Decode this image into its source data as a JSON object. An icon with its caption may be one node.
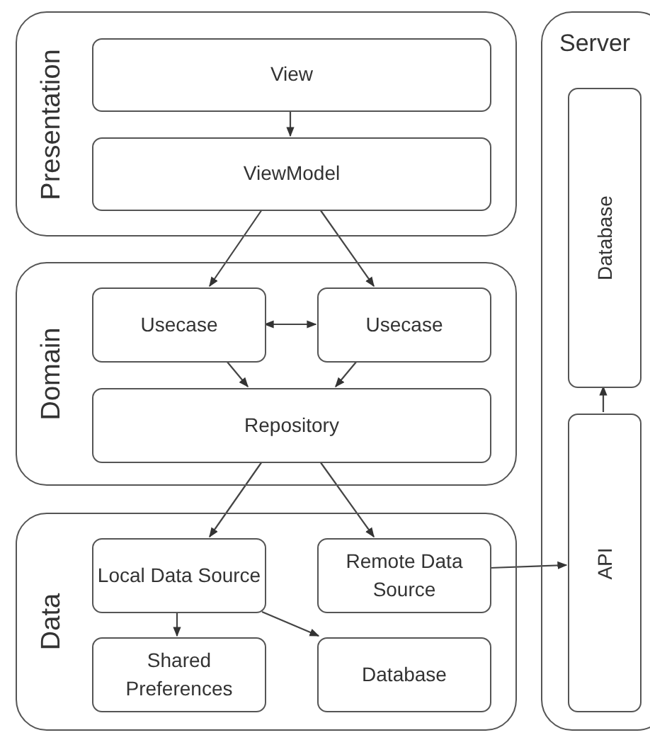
{
  "diagram": {
    "nodes": [
      {
        "text": [
          "Presentation"
        ]
      },
      {
        "text": [
          "View"
        ],
        "in": 0
      },
      {
        "text": [
          "ViewModel"
        ],
        "in": 0
      },
      {
        "text": [
          "Domain"
        ]
      },
      {
        "text": [
          "Usecase"
        ],
        "in": 3
      },
      {
        "text": [
          "Usecase"
        ],
        "in": 3
      },
      {
        "text": [
          "Repository"
        ],
        "in": 3
      },
      {
        "text": [
          "Data"
        ]
      },
      {
        "text": [
          "Local Data Source"
        ],
        "in": 7
      },
      {
        "text": [
          "Remote Data Source"
        ],
        "in": 7
      },
      {
        "text": [
          "Shared Preferences"
        ],
        "in": 7
      },
      {
        "text": [
          "Database"
        ],
        "in": 7
      },
      {
        "text": [
          "Server"
        ]
      },
      {
        "text": [
          "Database"
        ],
        "in": 12
      },
      {
        "text": [
          "API"
        ],
        "in": 12
      }
    ],
    "edges": [
      {
        "from": 1,
        "to": 2,
        "arrow": "to"
      },
      {
        "from": 2,
        "to": 4,
        "arrow": "to"
      },
      {
        "from": 2,
        "to": 5,
        "arrow": "to"
      },
      {
        "from": 4,
        "to": 5,
        "arrow": "both"
      },
      {
        "from": 4,
        "to": 6,
        "arrow": "to"
      },
      {
        "from": 5,
        "to": 6,
        "arrow": "to"
      },
      {
        "from": 6,
        "to": 8,
        "arrow": "to"
      },
      {
        "from": 6,
        "to": 9,
        "arrow": "to"
      },
      {
        "from": 8,
        "to": 10,
        "arrow": "to"
      },
      {
        "from": 8,
        "to": 11,
        "arrow": "to"
      },
      {
        "from": 9,
        "to": 14,
        "arrow": "to"
      },
      {
        "from": 14,
        "to": 13,
        "arrow": "to"
      }
    ]
  }
}
